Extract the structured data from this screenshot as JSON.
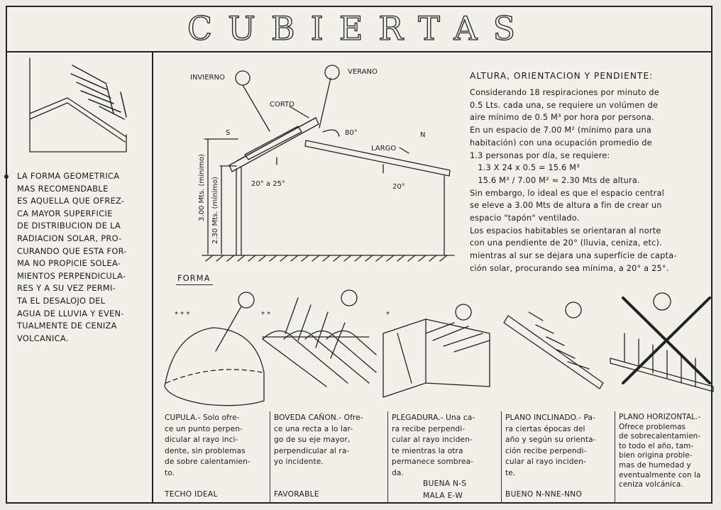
{
  "title": "CUBIERTAS",
  "diagram": {
    "invierno": "INVIERNO",
    "verano": "VERANO",
    "corto": "CORTO",
    "largo": "LARGO",
    "s": "S",
    "n": "N",
    "deg80": "80°",
    "deg20a25": "20° a 25°",
    "deg20": "20°",
    "h300": "3.00 Mts. (mínimo)",
    "h230": "2.30 Mts. (mínimo)"
  },
  "right_text": {
    "heading": "ALTURA, ORIENTACION Y PENDIENTE:",
    "lines": [
      "Considerando 18 respiraciones por minuto de",
      "0.5 Lts. cada una, se requiere un volúmen de",
      "aire mínimo de 0.5 M³ por hora por persona.",
      "En un espacio de 7.00 M² (mínimo para una",
      "habitación) con una ocupación promedio de",
      "1.3 personas por día, se requiere:",
      "   1.3 X 24 x 0.5 = 15.6 M³",
      "   15.6 M³ / 7.00 M² ≈ 2.30 Mts de altura.",
      "Sin embargo, lo ideal es que el espacio central",
      "se eleve a 3.00 Mts de altura a fin de crear un",
      "espacio \"tapón\" ventilado.",
      "Los espacios habitables se orientaran al norte",
      "con una pendiente de 20° (lluvia, ceniza, etc).",
      "mientras al sur se dejara una superficie de capta-",
      "ción solar, procurando sea mínima, a 20° a 25°."
    ]
  },
  "left_text": {
    "lines": [
      "LA FORMA GEOMETRICA",
      "MAS RECOMENDABLE",
      "ES AQUELLA QUE OFREZ-",
      "CA MAYOR SUPERFICIE",
      "DE DISTRIBUCION DE LA",
      "RADIACION SOLAR, PRO-",
      "CURANDO QUE ESTA FOR-",
      "MA NO PROPICIE SOLEA-",
      "MIENTOS PERPENDICULA-",
      "RES Y A SU VEZ PERMI-",
      "TA EL DESALOJO DEL",
      "AGUA DE LLUVIA Y EVEN-",
      "TUALMENTE DE CENIZA",
      "VOLCANICA."
    ]
  },
  "forma_label": "FORMA",
  "stars": [
    "* * *",
    "* *",
    "*"
  ],
  "forms": [
    {
      "lines": [
        "CUPULA.- Solo ofre-",
        "ce un punto perpen-",
        "dicular al rayo inci-",
        "dente, sin problemas",
        "de sobre calentamien-",
        "to."
      ],
      "rating": "TECHO IDEAL"
    },
    {
      "lines": [
        "BOVEDA CAÑON.- Ofre-",
        "ce una recta a lo lar-",
        "go de su eje mayor,",
        "perpendicular al ra-",
        "yo incidente."
      ],
      "rating": "FAVORABLE"
    },
    {
      "lines": [
        "PLEGADURA.- Una ca-",
        "ra recibe perpendi-",
        "cular al rayo inciden-",
        "te mientras la otra",
        "permanece sombrea-",
        "da."
      ],
      "rating": "BUENA N-S",
      "rating2": "MALA E-W"
    },
    {
      "lines": [
        "PLANO INCLINADO.- Pa-",
        "ra ciertas épocas del",
        "año y según su orienta-",
        "ción recibe perpendi-",
        "cular al rayo inciden-",
        "te."
      ],
      "rating": "BUENO N-NNE-NNO"
    },
    {
      "lines": [
        "PLANO HORIZONTAL.-",
        "Ofrece problemas",
        "de sobrecalentamien-",
        "to todo el año, tam-",
        "bien origina proble-",
        "mas de humedad y",
        "eventualmente con la",
        "ceniza volcánica."
      ],
      "rating": ""
    }
  ]
}
